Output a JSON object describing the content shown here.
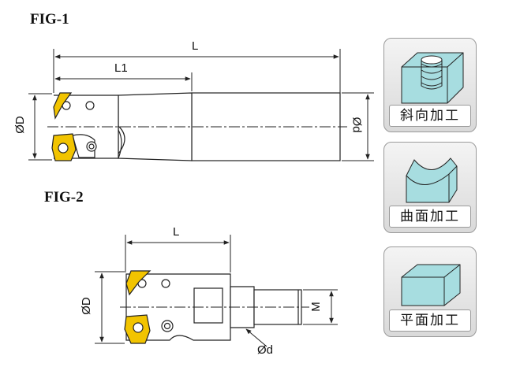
{
  "figures": {
    "fig1_title": "FIG-1",
    "fig2_title": "FIG-2"
  },
  "fig1_dims": {
    "L": "L",
    "L1": "L1",
    "D": "ØD",
    "d": "Ød"
  },
  "fig2_dims": {
    "L": "L",
    "D": "ØD",
    "M": "M",
    "d": "Ød"
  },
  "cards": [
    {
      "label": "斜向加工",
      "icon": "ramping-block-icon"
    },
    {
      "label": "曲面加工",
      "icon": "curved-surface-icon"
    },
    {
      "label": "平面加工",
      "icon": "flat-block-icon"
    }
  ],
  "colors": {
    "insert": "#f2c400",
    "block": "#a7dde0",
    "line": "#222222"
  }
}
